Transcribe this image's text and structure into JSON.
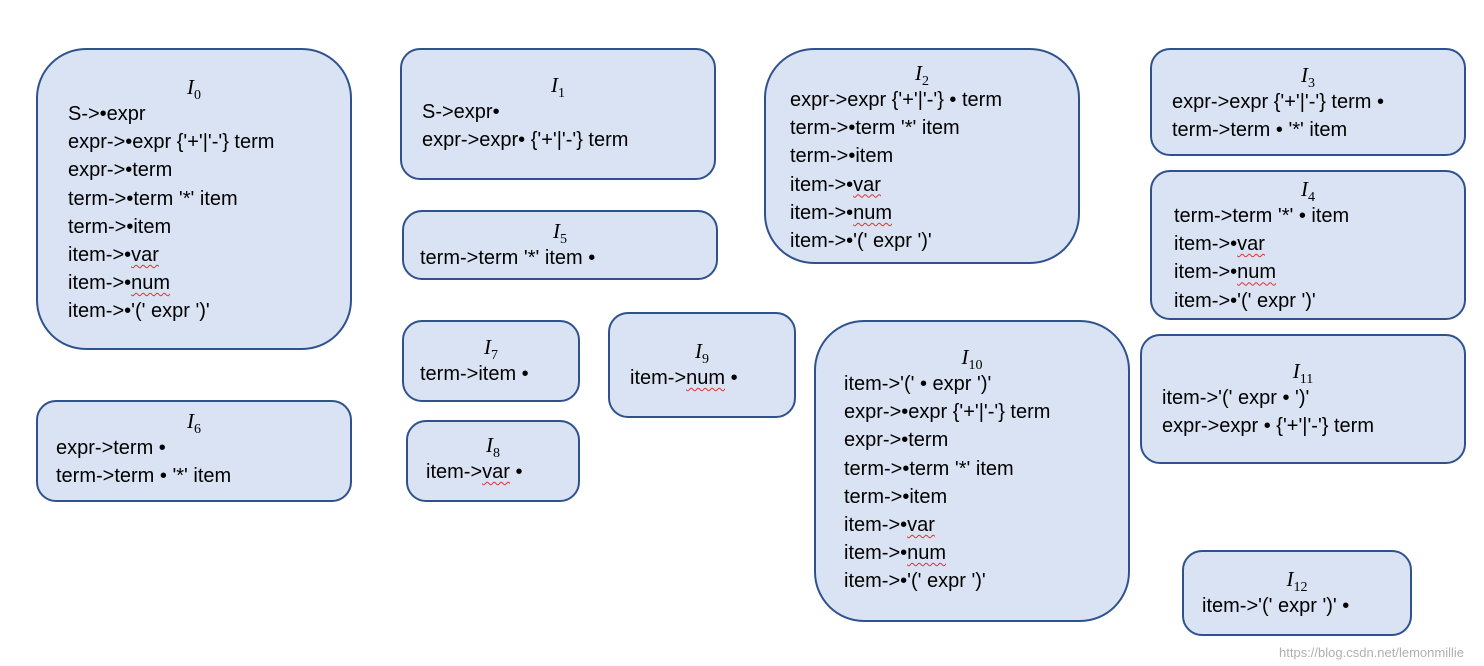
{
  "states": [
    {
      "id": "I0",
      "label": "I",
      "sub": "0",
      "items": [
        "S->•expr",
        "expr->•expr {'+'|'-'} term",
        "expr->•term",
        "term->•term '*' item",
        "term->•item",
        "item->•var",
        "item->•num",
        "item->•'(' expr ')'"
      ]
    },
    {
      "id": "I1",
      "label": "I",
      "sub": "1",
      "items": [
        "S->expr•",
        "expr->expr• {'+'|'-'} term"
      ]
    },
    {
      "id": "I2",
      "label": "I",
      "sub": "2",
      "items": [
        "expr->expr {'+'|'-'} • term",
        "term->•term '*' item",
        "term->•item",
        "item->•var",
        "item->•num",
        "item->•'(' expr ')'"
      ]
    },
    {
      "id": "I3",
      "label": "I",
      "sub": "3",
      "items": [
        "expr->expr {'+'|'-'} term •",
        "term->term • '*' item"
      ]
    },
    {
      "id": "I4",
      "label": "I",
      "sub": "4",
      "items": [
        "term->term '*' • item",
        "item->•var",
        "item->•num",
        "item->•'(' expr ')'"
      ]
    },
    {
      "id": "I5",
      "label": "I",
      "sub": "5",
      "items": [
        "term->term '*' item •"
      ]
    },
    {
      "id": "I6",
      "label": "I",
      "sub": "6",
      "items": [
        "expr->term •",
        "term->term • '*' item"
      ]
    },
    {
      "id": "I7",
      "label": "I",
      "sub": "7",
      "items": [
        "term->item •"
      ]
    },
    {
      "id": "I8",
      "label": "I",
      "sub": "8",
      "items": [
        "item->var •"
      ]
    },
    {
      "id": "I9",
      "label": "I",
      "sub": "9",
      "items": [
        "item->num •"
      ]
    },
    {
      "id": "I10",
      "label": "I",
      "sub": "10",
      "items": [
        "item->'(' • expr ')'",
        "expr->•expr {'+'|'-'} term",
        "expr->•term",
        "term->•term '*' item",
        "term->•item",
        "item->•var",
        "item->•num",
        "item->•'(' expr ')'"
      ]
    },
    {
      "id": "I11",
      "label": "I",
      "sub": "11",
      "items": [
        "item->'(' expr • ')'",
        "expr->expr • {'+'|'-'} term"
      ]
    },
    {
      "id": "I12",
      "label": "I",
      "sub": "12",
      "items": [
        "item->'(' expr ')' •"
      ]
    }
  ],
  "spellcheck_words": [
    "var",
    "num"
  ],
  "watermark": "https://blog.csdn.net/lemonmillie",
  "colors": {
    "box_fill": "#dae3f3",
    "box_border": "#2f528f",
    "squiggle": "#e03030"
  }
}
